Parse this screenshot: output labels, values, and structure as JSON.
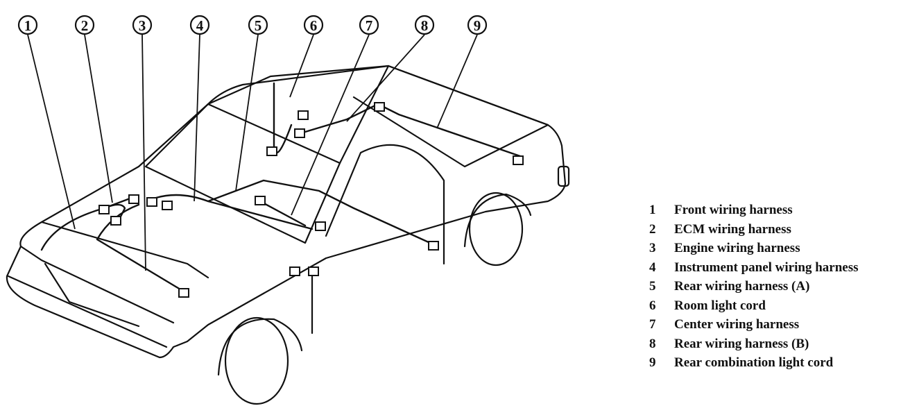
{
  "callouts": [
    "1",
    "2",
    "3",
    "4",
    "5",
    "6",
    "7",
    "8",
    "9"
  ],
  "legend": [
    {
      "num": "1",
      "text": "Front wiring harness"
    },
    {
      "num": "2",
      "text": "ECM wiring harness"
    },
    {
      "num": "3",
      "text": "Engine wiring harness"
    },
    {
      "num": "4",
      "text": "Instrument panel wiring harness"
    },
    {
      "num": "5",
      "text": "Rear wiring harness (A)"
    },
    {
      "num": "6",
      "text": "Room light cord"
    },
    {
      "num": "7",
      "text": "Center wiring harness"
    },
    {
      "num": "8",
      "text": "Rear wiring harness (B)"
    },
    {
      "num": "9",
      "text": "Rear combination light cord"
    }
  ]
}
